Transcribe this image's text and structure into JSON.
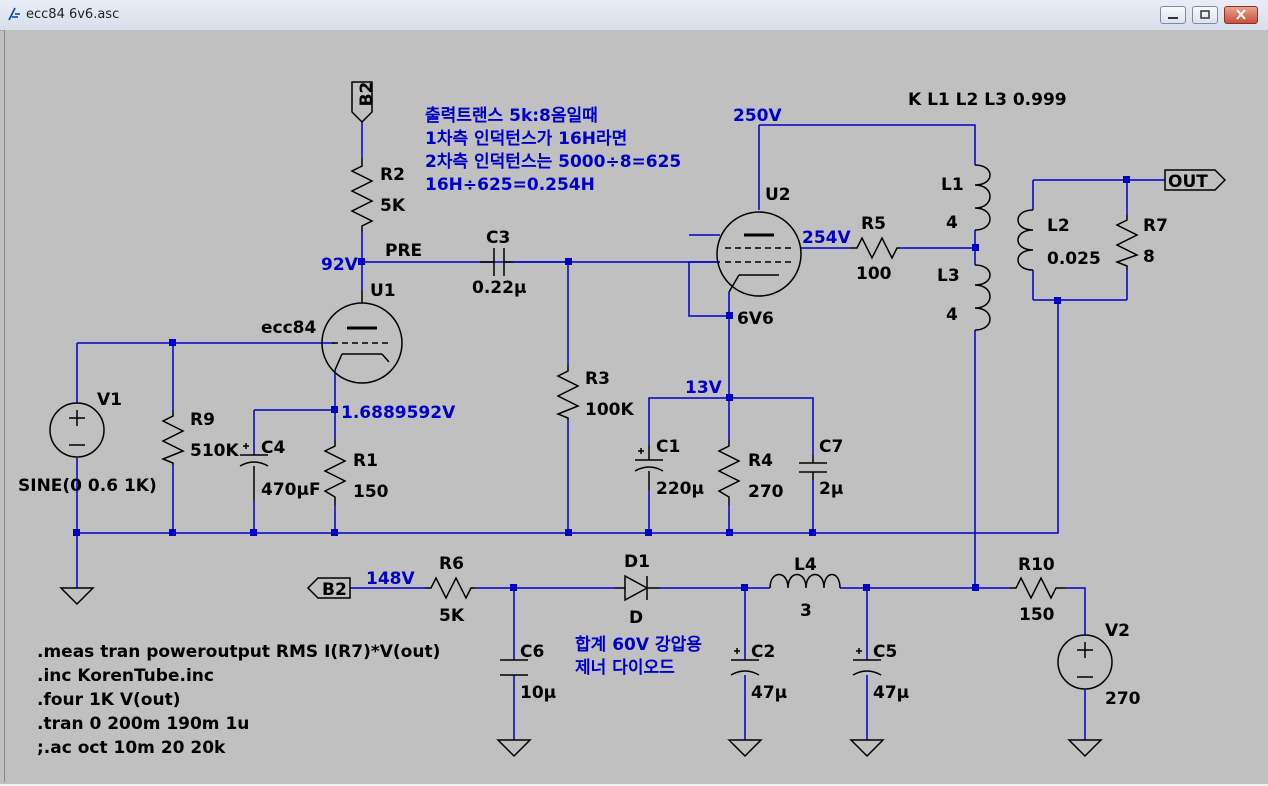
{
  "window": {
    "title": "ecc84 6v6.asc"
  },
  "flags": {
    "b2_top": "B2",
    "b2_bottom": "B2",
    "out": "OUT"
  },
  "voltages": {
    "v250": "250V",
    "v92": "92V",
    "v254": "254V",
    "v13": "13V",
    "v_cathode": "1.6889592V",
    "v148": "148V"
  },
  "net_labels": {
    "pre": "PRE"
  },
  "annotation": {
    "line1": "출력트랜스 5k:8옴일때",
    "line2": "1차측 인덕턴스가 16H라면",
    "line3": "2차측 인덕턴스는 5000÷8=625",
    "line4": "16H÷625=0.254H",
    "zener_line1": "합계 60V 강압용",
    "zener_line2": "제너 다이오드"
  },
  "coupling": "K L1 L2 L3 0.999",
  "components": {
    "R2": {
      "name": "R2",
      "value": "5K"
    },
    "U1": {
      "name": "U1",
      "value": "ecc84"
    },
    "C3": {
      "name": "C3",
      "value": "0.22μ"
    },
    "U2": {
      "name": "U2",
      "value": "6V6"
    },
    "R5": {
      "name": "R5",
      "value": "100"
    },
    "L1": {
      "name": "L1",
      "value": "4"
    },
    "L3": {
      "name": "L3",
      "value": "4"
    },
    "L2": {
      "name": "L2",
      "value": "0.025"
    },
    "R7": {
      "name": "R7",
      "value": "8"
    },
    "V1": {
      "name": "V1",
      "value": "SINE(0 0.6 1K)"
    },
    "R9": {
      "name": "R9",
      "value": "510K"
    },
    "C4": {
      "name": "C4",
      "value": "470μF"
    },
    "R1": {
      "name": "R1",
      "value": "150"
    },
    "R3": {
      "name": "R3",
      "value": "100K"
    },
    "C1": {
      "name": "C1",
      "value": "220μ"
    },
    "R4": {
      "name": "R4",
      "value": "270"
    },
    "C7": {
      "name": "C7",
      "value": "2μ"
    },
    "R6": {
      "name": "R6",
      "value": "5K"
    },
    "D1": {
      "name": "D1",
      "value": "D"
    },
    "L4": {
      "name": "L4",
      "value": "3"
    },
    "R10": {
      "name": "R10",
      "value": "150"
    },
    "V2": {
      "name": "V2",
      "value": "270"
    },
    "C6": {
      "name": "C6",
      "value": "10μ"
    },
    "C2": {
      "name": "C2",
      "value": "47μ"
    },
    "C5": {
      "name": "C5",
      "value": "47μ"
    }
  },
  "directives": [
    ".meas tran poweroutput RMS I(R7)*V(out)",
    ".inc KorenTube.inc",
    ".four 1K  V(out)",
    ".tran 0 200m 190m 1u",
    ";.ac oct 10m 20 20k"
  ],
  "colors": {
    "wire": "#0000c8",
    "symbol": "#000000",
    "text_blue": "#0000c8",
    "background": "#c0c0c0"
  }
}
